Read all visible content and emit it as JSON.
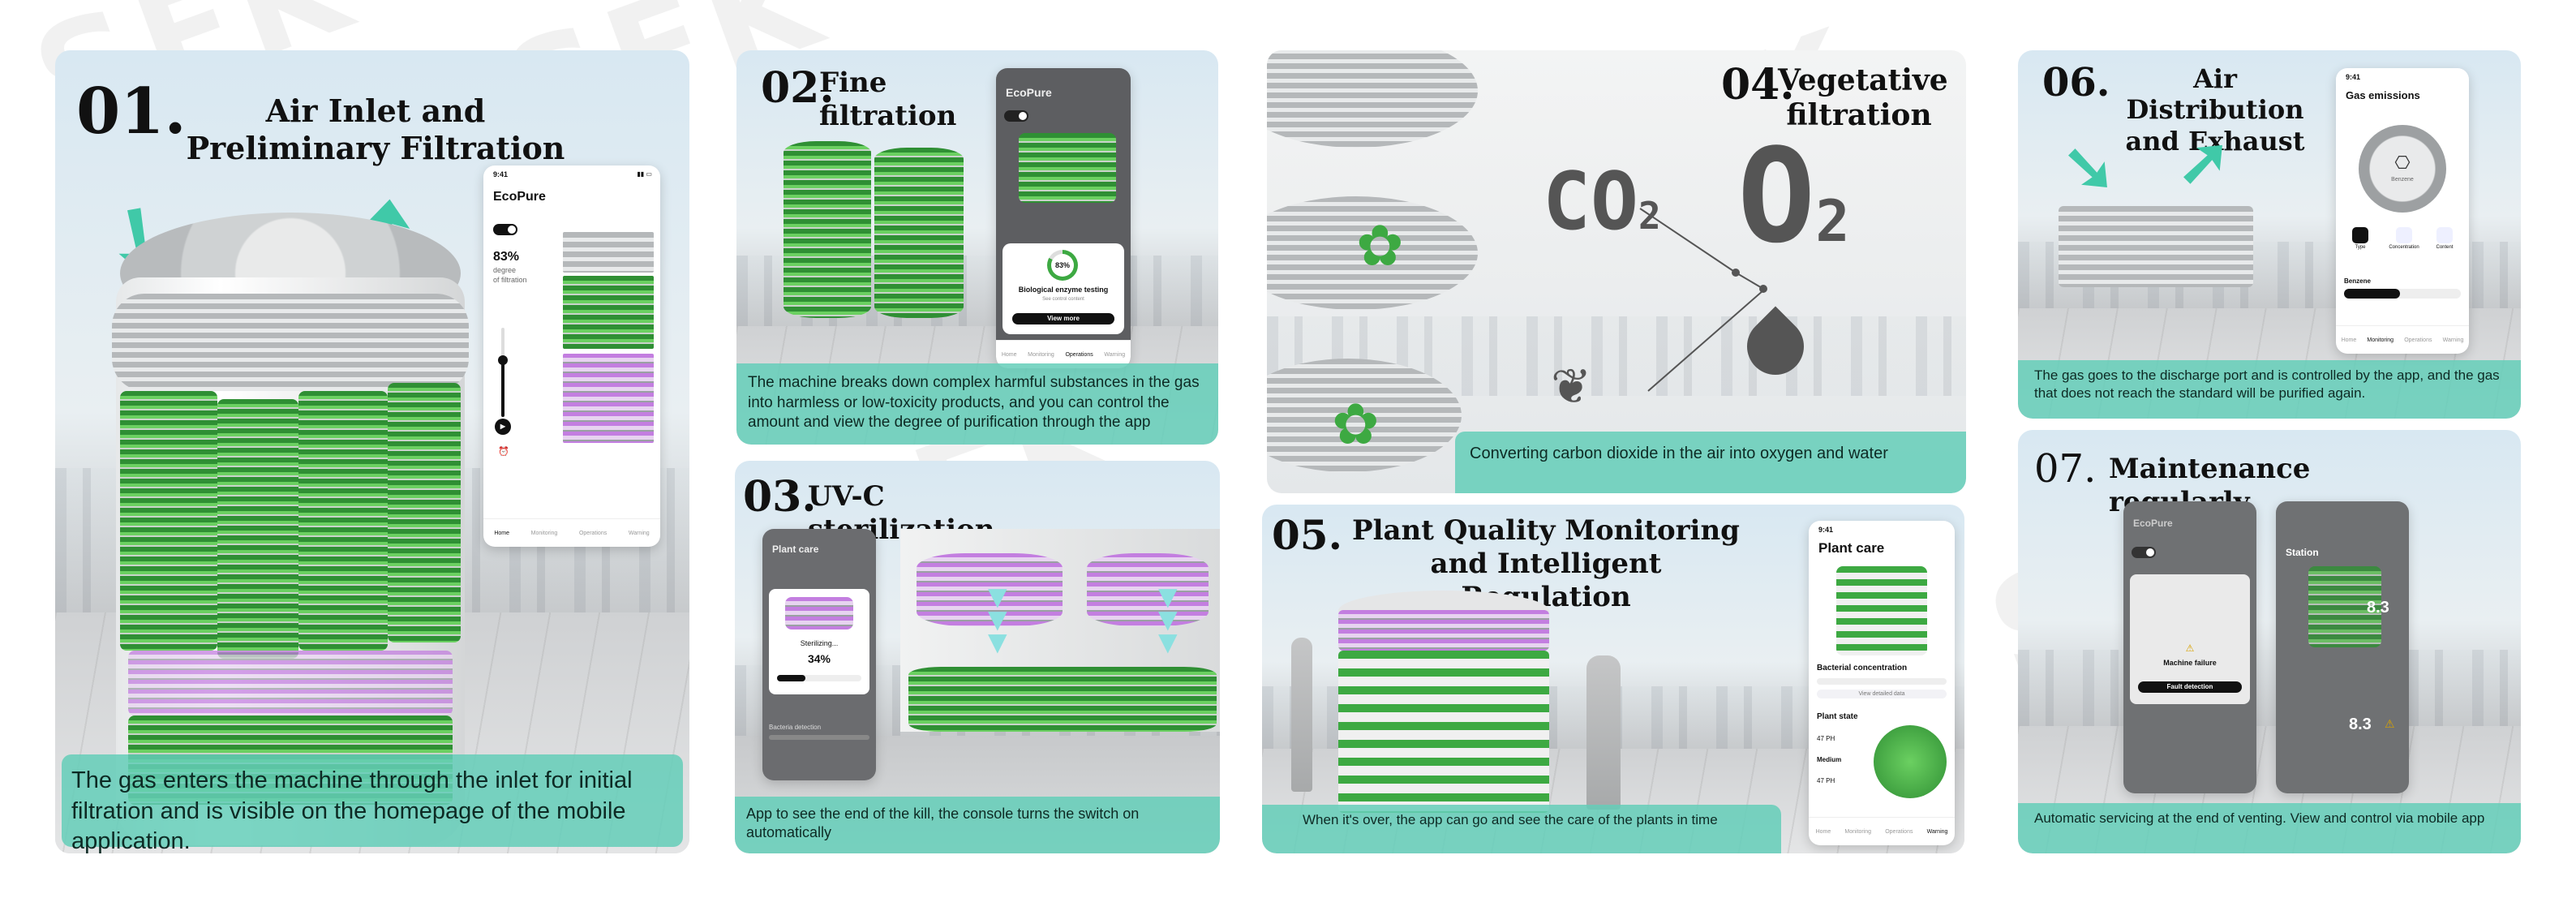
{
  "watermark": {
    "text": "SFK"
  },
  "panels": {
    "p01": {
      "number": "01.",
      "title": "Air Inlet and Preliminary Filtration",
      "caption": "The gas enters the machine through the inlet for initial filtration and is visible on the homepage of the mobile application.",
      "phone": {
        "time": "9:41",
        "app_title": "EcoPure",
        "percent": "83%",
        "label_line1": "degree",
        "label_line2": "of filtration",
        "tabs": [
          "Home",
          "Monitoring",
          "Operations",
          "Warning"
        ]
      }
    },
    "p02": {
      "number": "02.",
      "title": "Fine filtration",
      "caption": "The machine breaks down complex harmful substances in the gas into harmless or low-toxicity products, and you can control the amount and view the degree of purification through the app",
      "phone": {
        "app_title": "EcoPure",
        "percent": "83%",
        "card_title": "Biological enzyme testing",
        "card_sub": "See control content",
        "button": "View more",
        "tabs": [
          "Home",
          "Monitoring",
          "Operations",
          "Warning"
        ]
      }
    },
    "p03": {
      "number": "03.",
      "title": "UV-C sterilization",
      "caption": "App to see the end of the kill, the console turns the switch on automatically",
      "phone": {
        "app_title": "Plant care",
        "status": "Sterilizing...",
        "percent": "34%",
        "row_label": "Bacteria detection"
      }
    },
    "p04": {
      "number": "04.",
      "title": "Vegetative filtration",
      "caption": "Converting carbon dioxide in the air into oxygen and water",
      "co2": "CO",
      "co2_sub": "2",
      "o2": "O",
      "o2_sub": "2"
    },
    "p05": {
      "number": "05.",
      "title": "Plant Quality Monitoring and Intelligent Regulation",
      "caption": "When it's over, the app can go and see the care of the plants in time",
      "phone": {
        "time": "9:41",
        "app_title": "Plant care",
        "section1": "Bacterial concentration",
        "section1_link": "View detailed data",
        "section2": "Plant state",
        "rows": [
          "47 PH",
          "Medium",
          "47 PH"
        ],
        "tabs": [
          "Home",
          "Monitoring",
          "Operations",
          "Warning"
        ]
      }
    },
    "p06": {
      "number": "06.",
      "title": "Air Distribution and Exhaust",
      "caption": "The gas goes to the discharge port and is controlled by the app, and the gas that does not reach the standard will be purified again.",
      "phone": {
        "time": "9:41",
        "app_title": "Gas emissions",
        "dial_label": "Benzene",
        "options": [
          "Type",
          "Concentration",
          "Content"
        ],
        "row_label": "Benzene",
        "tabs": [
          "Home",
          "Monitoring",
          "Operations",
          "Warning"
        ]
      }
    },
    "p07": {
      "number": "07.",
      "title": "Maintenance regularly",
      "caption": "Automatic servicing at the end of venting. View and control via mobile app",
      "phone_left": {
        "app_title": "EcoPure",
        "alert": "Machine failure",
        "button": "Fault detection"
      },
      "phone_right": {
        "app_title": "Station",
        "value1": "8.3",
        "value2": "8.3"
      }
    }
  },
  "colors": {
    "caption_bg": "#64ceb9",
    "accent_cyan": "#40c9a8",
    "plant_green": "#3da942",
    "uv_purple": "#c37ee0"
  }
}
